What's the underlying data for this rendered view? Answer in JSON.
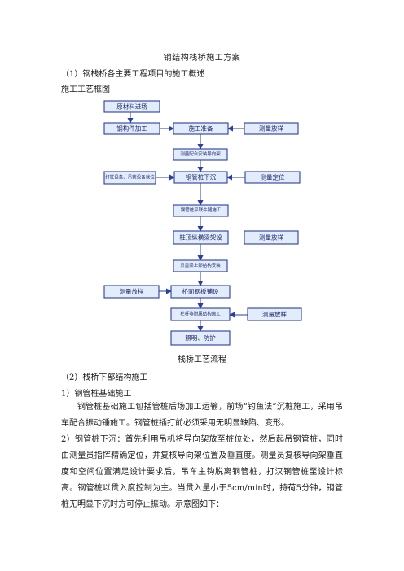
{
  "doc": {
    "title": "钢结构栈桥施工方案",
    "section1": "（1）钢栈桥各主要工程项目的施工概述",
    "flow_label": "施工工艺框图",
    "flow_caption": "栈桥工艺流程",
    "section2": "（2）栈桥下部结构施工",
    "sub1": "1）钢管桩基础施工",
    "para1": "钢管桩基础施工包括管桩后场加工运输，前场“钓鱼法”沉桩施工，采用吊车配合振动锤施工。钢管桩插打前必须采用无明显缺陷、变形。",
    "para2": "2）钢管桩下沉：首先利用吊机将导向架放至桩位处，然后起吊钢管桩，同时由测量员指挥精确定位，并复核导向架位置及垂直度。测量员复核导向架垂直度和空间位置满足设计要求后，吊车主钩脱离钢管桩，打汉钢管桩至设计标高。钢管桩以贯入度控制为主。当贯入量小于5cm/min时，持荷5分钟，钢管桩无明显下沉时方可停止振动。示意图如下："
  },
  "flowchart": {
    "raw_material": "原材料进场",
    "steel_fab": "钢构件加工",
    "construction_prep": "施工准备",
    "survey_stakeout_1": "测量放样",
    "guide_frame": "测量配合安装导向架",
    "pile_equipment": "打桩设备、吊装设备就位",
    "pile_sinking": "钢管桩下沉",
    "survey_positioning": "测量定位",
    "bracing": "钢管桩平联牛腿施工",
    "beam_install": "桩顶纵横梁架设",
    "survey_stakeout_2": "测量放样",
    "bailey_install": "贝雷梁上部结构安装",
    "survey_stakeout_3": "测量放样",
    "deck_plate": "桥面钢板铺设",
    "railing": "栏杆等附属结构施工",
    "survey_stakeout_4": "测量放样",
    "lighting": "照明、防护"
  }
}
